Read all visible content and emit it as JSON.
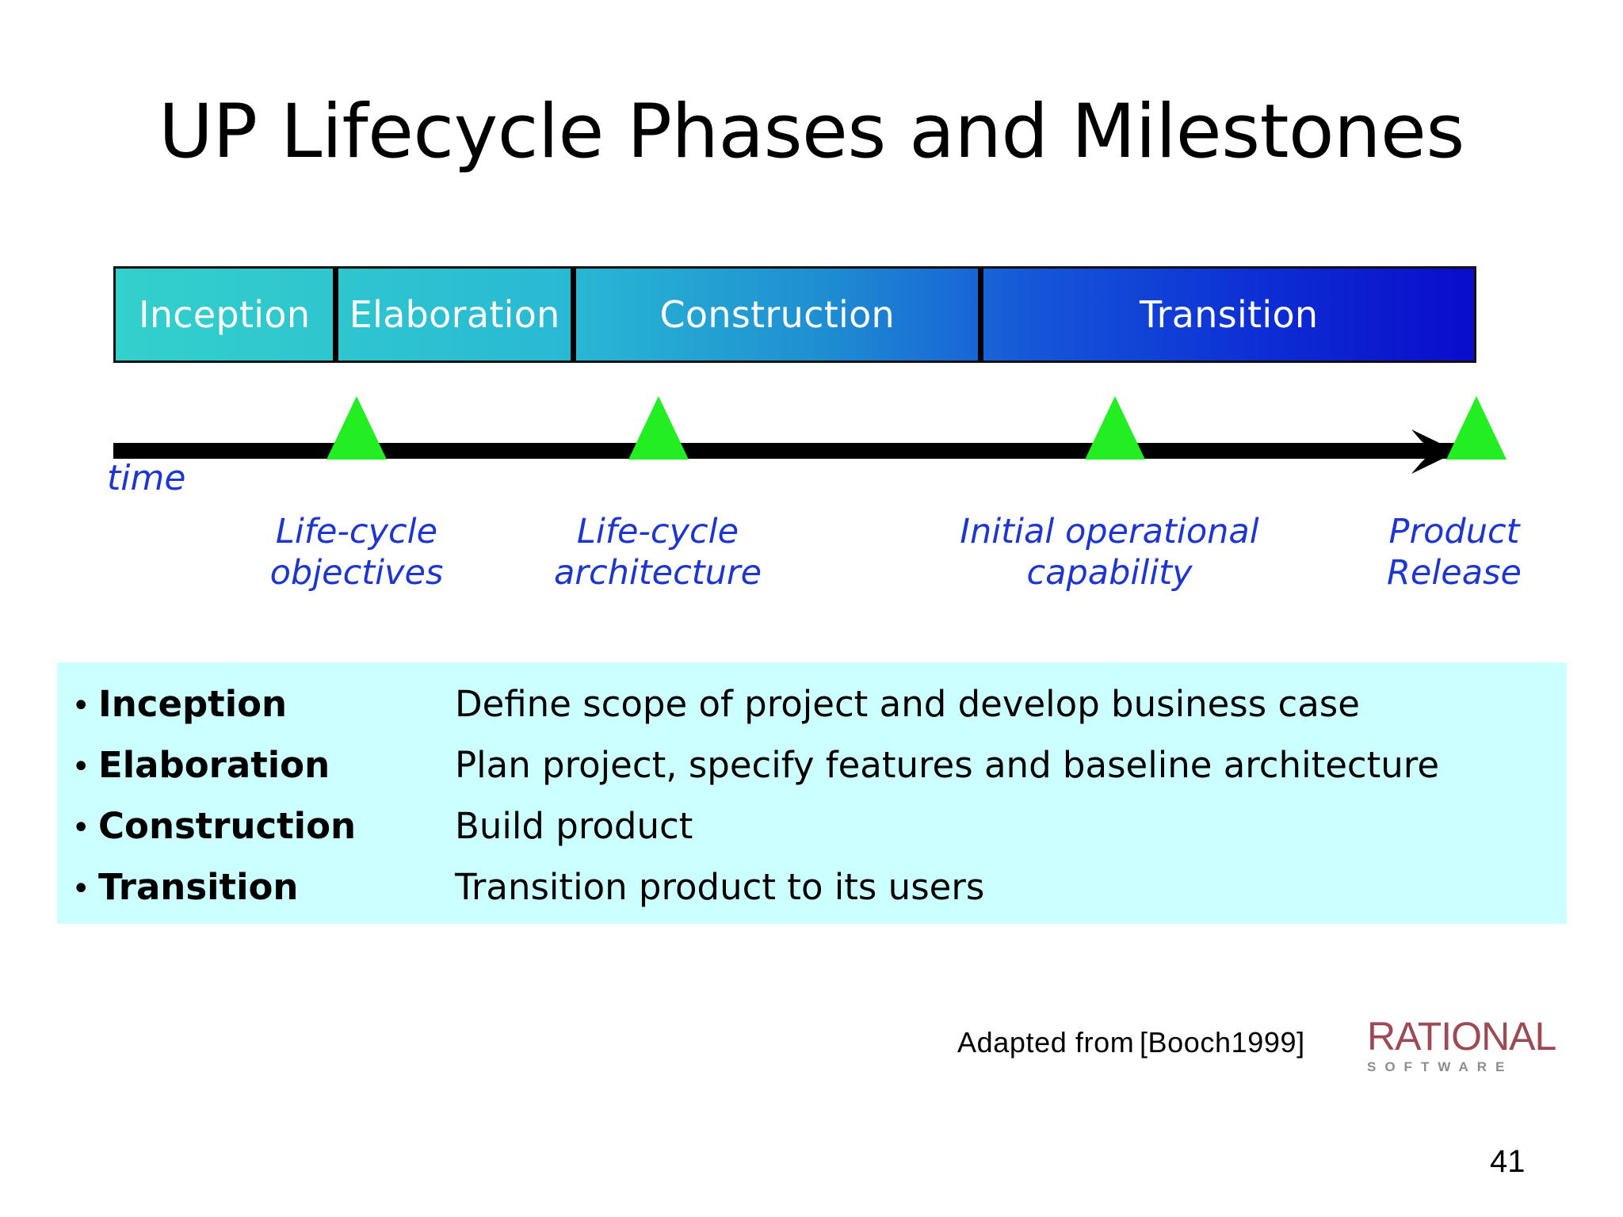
{
  "slide": {
    "title": "UP Lifecycle Phases and Milestones",
    "page_number": "41",
    "background_color": "#ffffff"
  },
  "phase_bar": {
    "gradient_start_color": "#33d0cc",
    "gradient_end_color": "#0a0ccb",
    "divider_color": "#000000",
    "label_color": "#ffffff",
    "phases": [
      {
        "label": "Inception",
        "width_percent": 16
      },
      {
        "label": "Elaboration",
        "width_percent": 17.5
      },
      {
        "label": "Construction",
        "width_percent": 30
      },
      {
        "label": "Transition",
        "width_percent": 36.5
      }
    ]
  },
  "timeline": {
    "axis_label": "time",
    "axis_label_color": "#1d36d0",
    "line_color": "#000000",
    "marker_color": "#22ee22",
    "milestones": [
      {
        "name": "life-cycle-objectives",
        "line1": "Life-cycle",
        "line2": "objectives",
        "x_percent": 16
      },
      {
        "name": "life-cycle-architecture",
        "line1": "Life-cycle",
        "line2": "architecture",
        "x_percent": 33.5
      },
      {
        "name": "initial-operational-capability",
        "line1": "Initial operational",
        "line2": "capability",
        "x_percent": 63.5
      },
      {
        "name": "product-release",
        "line1": "Product",
        "line2": "Release",
        "x_percent": 100
      }
    ]
  },
  "descriptions": {
    "background_color": "#ccffff",
    "bullet_glyph": "•",
    "rows": [
      {
        "term": "Inception",
        "text": "Define scope of project and develop business case"
      },
      {
        "term": "Elaboration",
        "text": "Plan project, specify features and baseline architecture"
      },
      {
        "term": "Construction",
        "text": "Build product"
      },
      {
        "term": "Transition",
        "text": "Transition product to its users"
      }
    ]
  },
  "footer": {
    "attribution_prefix": "Adapted from ",
    "attribution_source": "[Booch1999]",
    "logo": {
      "brand": "RATIONAL",
      "tagline": "SOFTWARE",
      "brand_color": "#9e4a55",
      "tagline_color": "#8d8d8d"
    }
  }
}
